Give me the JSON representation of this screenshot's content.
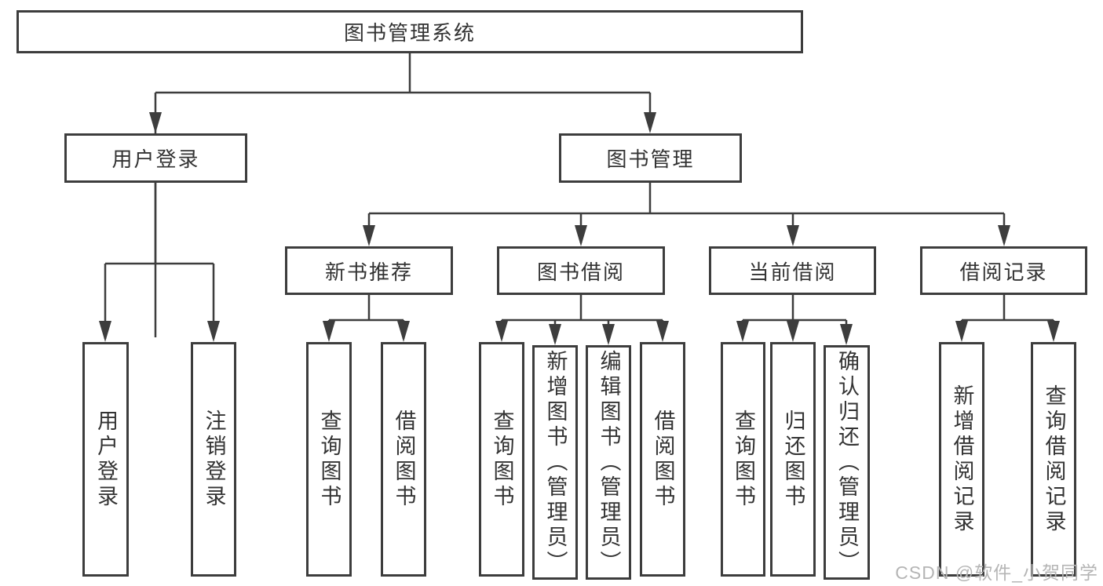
{
  "diagram": {
    "tree": {
      "label": "图书管理系统",
      "children": [
        {
          "label": "用户登录",
          "children": [
            {
              "label": "用户登录"
            },
            {
              "label": "注销登录"
            }
          ]
        },
        {
          "label": "图书管理",
          "children": [
            {
              "label": "新书推荐",
              "children": [
                {
                  "label": "查询图书"
                },
                {
                  "label": "借阅图书"
                }
              ]
            },
            {
              "label": "图书借阅",
              "children": [
                {
                  "label": "查询图书"
                },
                {
                  "label": "新增图书（管理员）"
                },
                {
                  "label": "编辑图书（管理员）"
                },
                {
                  "label": "借阅图书"
                }
              ]
            },
            {
              "label": "当前借阅",
              "children": [
                {
                  "label": "查询图书"
                },
                {
                  "label": "归还图书"
                },
                {
                  "label": "确认归还（管理员）"
                }
              ]
            },
            {
              "label": "借阅记录",
              "children": [
                {
                  "label": "新增借阅记录"
                },
                {
                  "label": "查询借阅记录"
                }
              ]
            }
          ]
        }
      ]
    }
  },
  "watermark": {
    "text": "CSDN @软件_小贺同学"
  },
  "colors": {
    "line": "#3d3d3d",
    "box_border": "#3d3d3d",
    "text": "#333333",
    "background": "#ffffff",
    "watermark": "#b5b5b5"
  }
}
